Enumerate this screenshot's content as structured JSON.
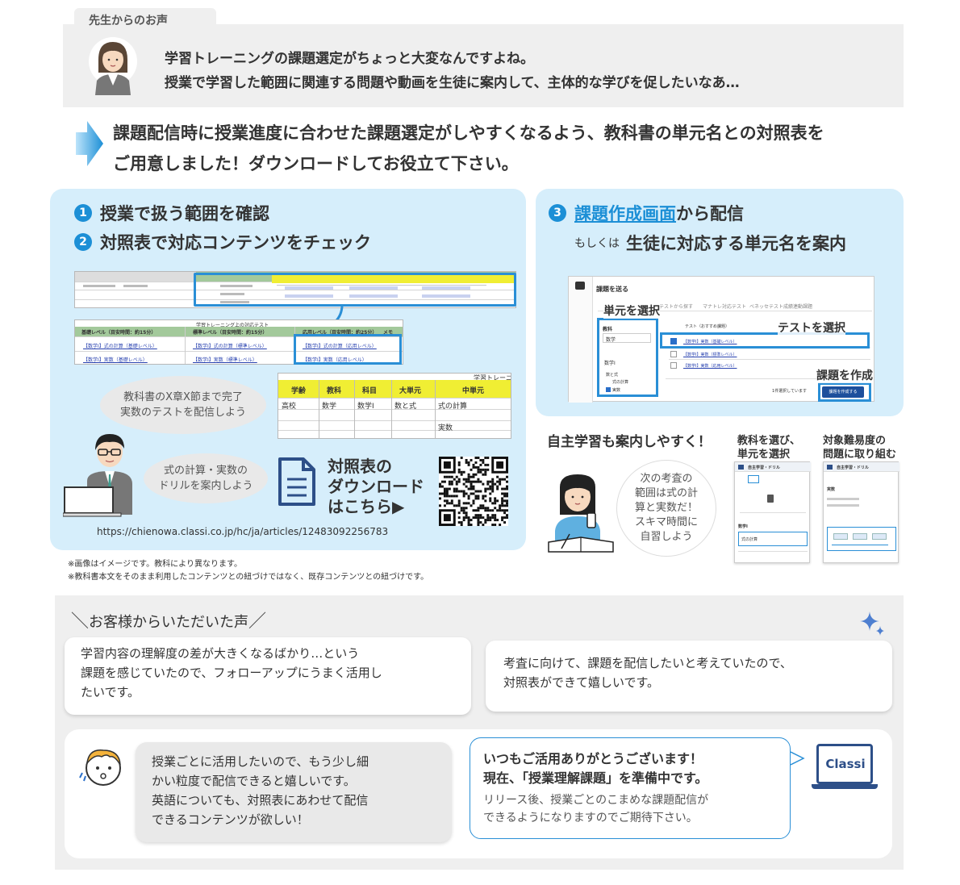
{
  "teacher_voice": {
    "tab": "先生からのお声",
    "line1": "学習トレーニングの課題選定がちょっと大変なんですよね。",
    "line2": "授業で学習した範囲に関連する問題や動画を生徒に案内して、主体的な学びを促したいなあ…"
  },
  "main_message": {
    "line1": "課題配信時に授業進度に合わせた課題選定がしやすくなるよう、教科書の単元名との対照表を",
    "line2": "ご用意しました！ダウンロードしてお役立て下さい。"
  },
  "left_panel": {
    "step1_num": "1",
    "step1": "授業で扱う範囲を確認",
    "step2_num": "2",
    "step2": "対照表で対応コンテンツをチェック",
    "sheet2_title": "学習トレーニング上の対応テスト",
    "sheet2_headers": [
      "基礎レベル（目安時間：約15分）",
      "標準レベル（目安時間：約15分）",
      "応用レベル（目安時間：約25分）",
      "メモ"
    ],
    "sheet2_rows": [
      [
        "【数学Ⅰ】式の計算（基礎レベル）",
        "【数学Ⅰ】式の計算（標準レベル）",
        "【数学Ⅰ】式の計算（応用レベル）"
      ],
      [
        "【数学Ⅰ】実数（基礎レベル）",
        "【数学Ⅰ】実数（標準レベル）",
        "【数学Ⅰ】実数（応用レベル）"
      ]
    ],
    "sheet3_title": "学習トレーニ",
    "sheet3_headers": [
      "学齢",
      "教科",
      "科目",
      "大単元",
      "中単元"
    ],
    "sheet3_row1": [
      "高校",
      "数学",
      "数学Ⅰ",
      "数と式",
      "式の計算"
    ],
    "sheet3_row2": "実数",
    "bubble1": [
      "教科書のX章X節まで完了",
      "実数のテストを配信しよう"
    ],
    "bubble2": [
      "式の計算・実数の",
      "ドリルを案内しよう"
    ],
    "download": [
      "対照表の",
      "ダウンロード",
      "はこちら▶"
    ],
    "url": "https://chienowa.classi.co.jp/hc/ja/articles/12483092256783"
  },
  "notes": [
    "※画像はイメージです。教科により異なります。",
    "※教科書本文をそのまま利用したコンテンツとの紐づけではなく、既存コンテンツとの紐づけです。"
  ],
  "right_panel": {
    "step3_num": "3",
    "step3_link": "課題作成画面",
    "step3_rest": "から配信",
    "moshikuha": "もしくは",
    "step3_sub": "生徒に対応する単元名を案内",
    "ss_header": "課題を送る",
    "ss_tabs": [
      "テストから探す",
      "マナトレ対応テスト",
      "ベネッセテスト成績連動課題"
    ],
    "label_unit": "単元を選択",
    "label_test": "テストを選択",
    "label_create": "課題を作成",
    "ss_subject_label": "教科",
    "ss_subject": "数学",
    "ss_course": "数学Ⅰ",
    "ss_units": [
      "数と式",
      "式の計算",
      "実数"
    ],
    "ss_col_test": "テスト（おすすめ課題）",
    "ss_tests": [
      "【数学Ⅰ】実数（基礎レベル）",
      "【数学Ⅰ】実数（標準レベル）",
      "【数学Ⅰ】実数（応用レベル）"
    ],
    "ss_create_btn": "課題を作成する",
    "ss_selected": "1件選択しています",
    "self_study": "自主学習も案内しやすく！",
    "bubble3": [
      "次の考査の",
      "範囲は式の計",
      "算と実数だ！",
      "スキマ時間に",
      "自習しよう"
    ],
    "cap1": [
      "教科を選び、",
      "単元を選択"
    ],
    "cap2": [
      "対象難易度の",
      "問題に取り組む"
    ],
    "phone_title": "自主学習・ドリル",
    "phone_subject": "数学Ⅰ",
    "phone_unit": "式の計算",
    "phone2_subject": "実数"
  },
  "customer_voice": {
    "title": "お客様からいただいた声",
    "card1": [
      "学習内容の理解度の差が大きくなるばかり…という",
      "課題を感じていたので、フォローアップにうまく活用し",
      "たいです。"
    ],
    "card2": [
      "考査に向けて、課題を配信したいと考えていたので、",
      "対照表ができて嬉しいです。"
    ],
    "card3": [
      "授業ごとに活用したいので、もう少し細",
      "かい粒度で配信できると嬉しいです。",
      "英語についても、対照表にあわせて配信",
      "できるコンテンツが欲しい！"
    ],
    "reply_bold": [
      "いつもご活用ありがとうございます！",
      "現在、「授業理解課題」を準備中です。"
    ],
    "reply": [
      "リリース後、授業ごとのこまめな課題配信が",
      "できるようになりますのでご期待下さい。"
    ],
    "logo": "Classi"
  },
  "colors": {
    "accent": "#1c8fd6",
    "panel_bg": "#d6eefb",
    "gray_bg": "#efefef",
    "sheet_yellow": "#f0ee33",
    "sheet_green": "#a3c99b"
  }
}
